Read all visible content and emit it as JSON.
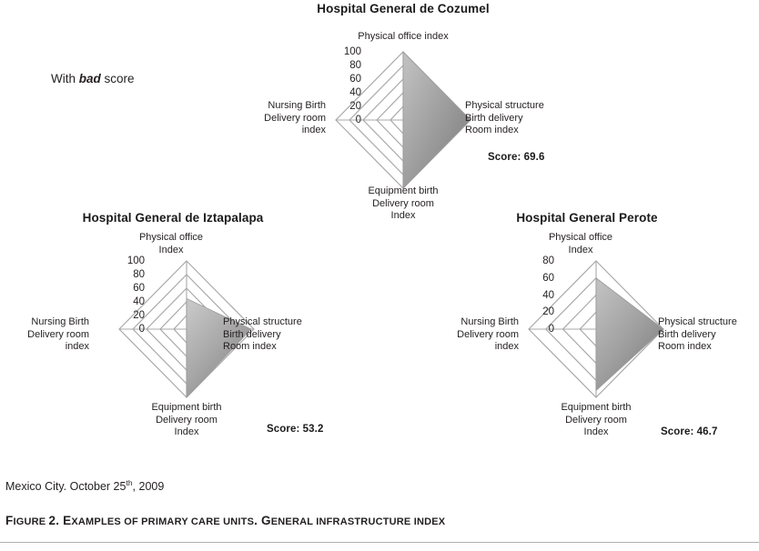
{
  "annotation": {
    "prefix": "With ",
    "emphasis": "bad",
    "suffix": " score"
  },
  "footer": {
    "source_prefix": "Mexico City. October 25",
    "source_sup": "th",
    "source_suffix": ", 2009",
    "caption_f": "F",
    "caption_igure": "IGURE ",
    "caption_num": "2. E",
    "caption_xamples": "XAMPLES OF PRIMARY CARE UNITS",
    "caption_dot": ". G",
    "caption_rest": "ENERAL INFRASTRUCTURE INDEX"
  },
  "axes": {
    "top": "Physical office index",
    "top_two_line_1": "Physical office",
    "top_two_line_2": "Index",
    "right_1": "Physical structure",
    "right_2": "Birth delivery",
    "right_3": "Room index",
    "bottom_1": "Equipment birth",
    "bottom_2": "Delivery room",
    "bottom_3": "Index",
    "left_1": "Nursing Birth",
    "left_2": "Delivery room",
    "left_3": "index"
  },
  "colors": {
    "grid": "#a9a9a9",
    "fill_light": "#b9b9b9",
    "fill_dark": "#7f7f7f",
    "text": "#231f20"
  },
  "chart_data": [
    {
      "id": "cozumel",
      "type": "radar",
      "title": "Hospital General de Cozumel",
      "categories": [
        "Physical office index",
        "Physical structure Birth delivery Room index",
        "Equipment birth Delivery room Index",
        "Nursing Birth Delivery room index"
      ],
      "values": [
        100,
        100,
        100,
        0
      ],
      "ticks": [
        0,
        20,
        40,
        60,
        80,
        100
      ],
      "tick_labels": [
        "0",
        "20",
        "40",
        "60",
        "80",
        "100"
      ],
      "rlim": [
        0,
        100
      ],
      "score_label": "Score: 69.6",
      "score_value": 69.6,
      "grid": true,
      "legend": "none"
    },
    {
      "id": "iztapalapa",
      "type": "radar",
      "title": "Hospital General de Iztapalapa",
      "categories": [
        "Physical office Index",
        "Physical structure Birth delivery Room index",
        "Equipment birth Delivery room Index",
        "Nursing Birth Delivery room index"
      ],
      "values": [
        45,
        96,
        100,
        0
      ],
      "ticks": [
        0,
        20,
        40,
        60,
        80,
        100
      ],
      "tick_labels": [
        "0",
        "20",
        "40",
        "60",
        "80",
        "100"
      ],
      "rlim": [
        0,
        100
      ],
      "score_label": "Score: 53.2",
      "score_value": 53.2,
      "grid": true,
      "legend": "none"
    },
    {
      "id": "perote",
      "type": "radar",
      "title": "Hospital General Perote",
      "categories": [
        "Physical office Index",
        "Physical structure Birth delivery Room index",
        "Equipment birth Delivery room Index",
        "Nursing Birth Delivery room index"
      ],
      "values": [
        60,
        80,
        72,
        0
      ],
      "ticks": [
        0,
        20,
        40,
        60,
        80
      ],
      "tick_labels": [
        "0",
        "20",
        "40",
        "60",
        "80"
      ],
      "rlim": [
        0,
        80
      ],
      "score_label": "Score: 46.7",
      "score_value": 46.7,
      "grid": true,
      "legend": "none"
    }
  ]
}
